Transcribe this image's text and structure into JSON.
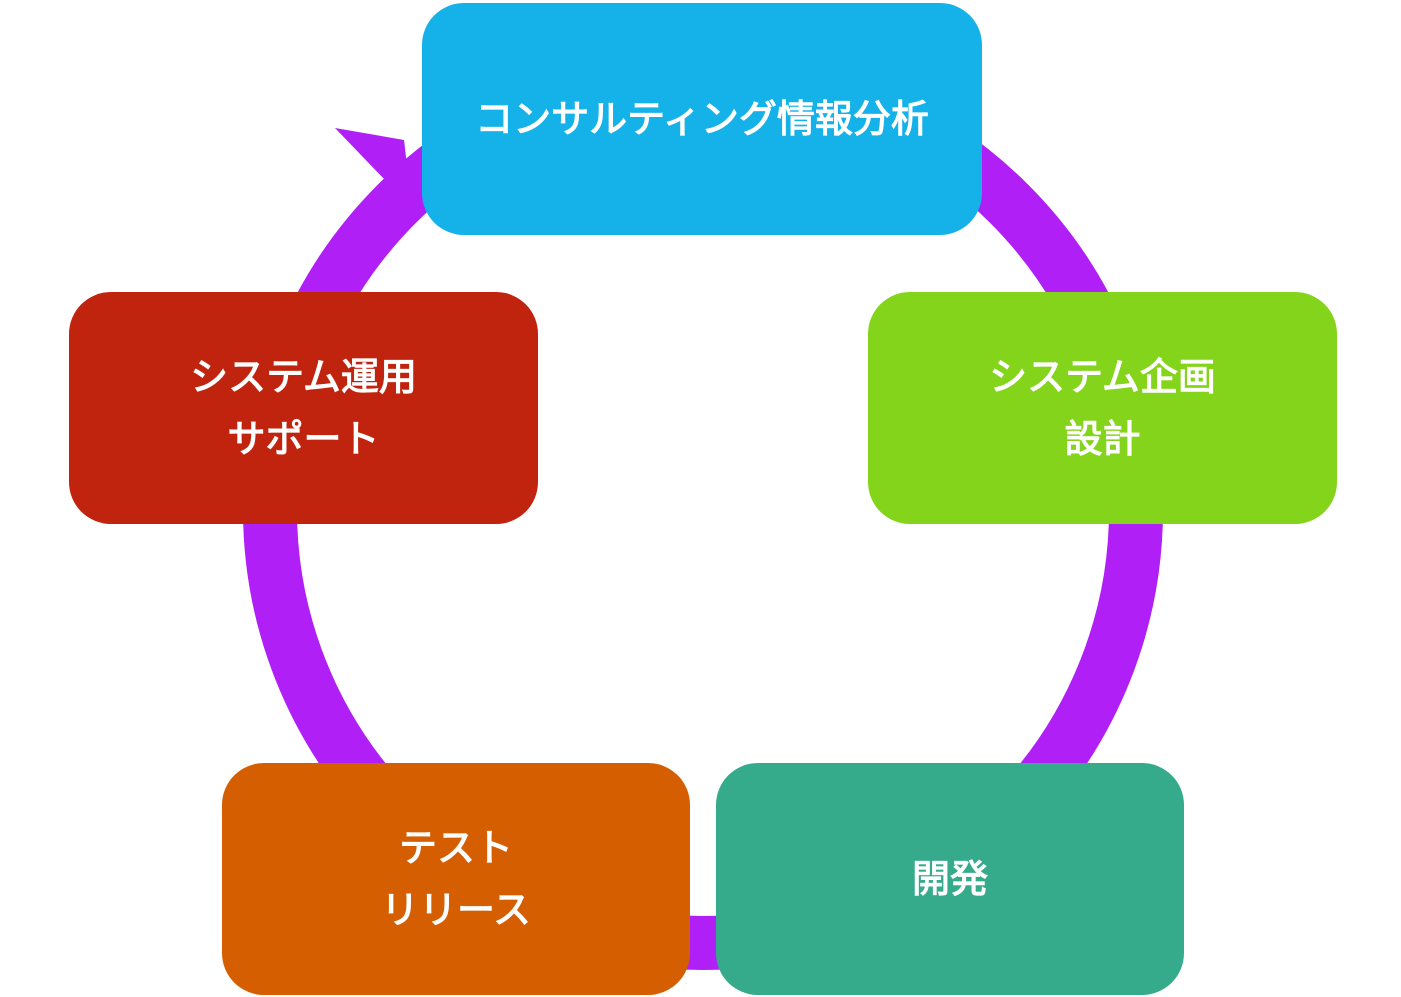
{
  "diagram": {
    "ring_color": "#b01ff5",
    "stages": [
      {
        "lines": [
          "コンサルティング情報分析"
        ],
        "color": "#14b2e8"
      },
      {
        "lines": [
          "システム企画",
          "設計"
        ],
        "color": "#83d41b"
      },
      {
        "lines": [
          "開発"
        ],
        "color": "#36ab8c"
      },
      {
        "lines": [
          "テスト",
          "リリース"
        ],
        "color": "#d55e00"
      },
      {
        "lines": [
          "システム運用",
          "サポート"
        ],
        "color": "#c1240e"
      }
    ]
  }
}
